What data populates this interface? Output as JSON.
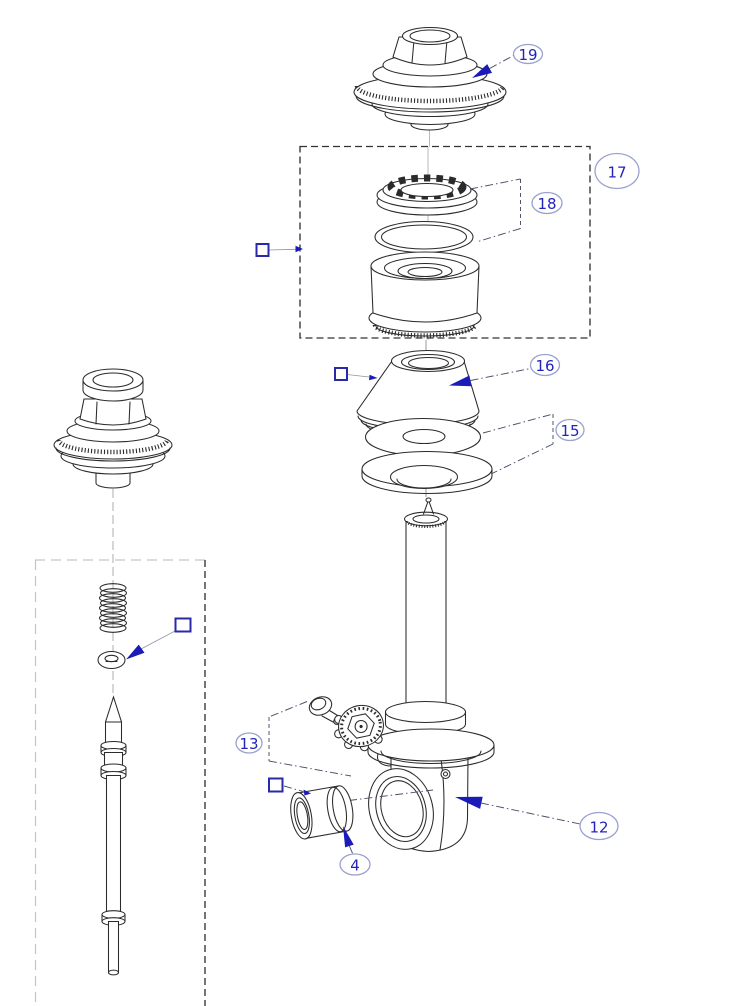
{
  "canvas": {
    "background": "#ffffff"
  },
  "callouts": {
    "c19": {
      "label": "19"
    },
    "c17": {
      "label": "17"
    },
    "c18": {
      "label": "18"
    },
    "c16": {
      "label": "16"
    },
    "c15": {
      "label": "15"
    },
    "c13": {
      "label": "13"
    },
    "c12": {
      "label": "12"
    },
    "c4": {
      "label": "4"
    }
  },
  "colors": {
    "line": "#2b2b2b",
    "callout_text": "#2323bb",
    "callout_outline": "#99a1cf",
    "arrow": "#1b1bb8",
    "marker_square": "#2a2aa8",
    "leader": "#4d4d68",
    "centerline": "#a5a5a5",
    "box_dash": "#333333",
    "box_dash_light": "#c4c4c4"
  }
}
